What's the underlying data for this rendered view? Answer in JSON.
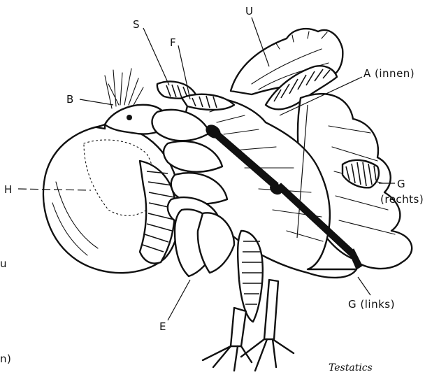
{
  "labels": {
    "U": "U",
    "S": "S",
    "F": "F",
    "A": "A (innen)",
    "B": "B",
    "H": "H",
    "G_rechts_letter": "G",
    "G_rechts_word": "(rechts)",
    "G_links": "G (links)",
    "E": "E",
    "edge_u": "u",
    "edge_n": "n)"
  },
  "signature": "Testatics",
  "colors": {
    "ink": "#111111",
    "paper": "#ffffff"
  }
}
